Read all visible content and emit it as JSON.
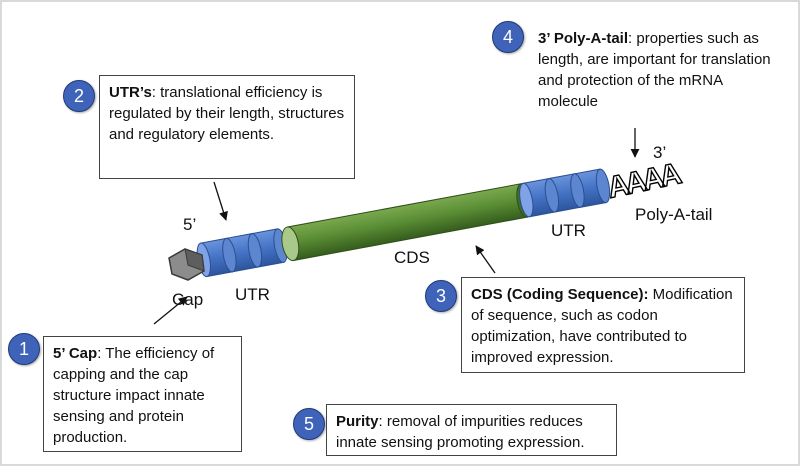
{
  "callouts": [
    {
      "number": "1",
      "title": "5’ Cap",
      "text": ": The efficiency of capping and the cap structure impact innate sensing and protein production."
    },
    {
      "number": "2",
      "title": "UTR’s",
      "text": ": translational efficiency is regulated by their length, structures and regulatory elements."
    },
    {
      "number": "3",
      "title": "CDS (Coding Sequence):",
      "text": " Modification of sequence, such as codon optimization, have contributed to improved expression."
    },
    {
      "number": "4",
      "title": "3’ Poly-A-tail",
      "text": ": properties such as length, are important for translation and protection of the mRNA molecule"
    },
    {
      "number": "5",
      "title": "Purity",
      "text": ": removal of impurities reduces innate sensing promoting expression."
    }
  ],
  "labels": {
    "five_prime": "5’",
    "three_prime": "3’",
    "cap": "Cap",
    "utr_left": "UTR",
    "utr_right": "UTR",
    "cds": "CDS",
    "polya": "Poly-A-tail",
    "polya_letters": "AAAA"
  },
  "colors": {
    "badge": "#3e63b8",
    "utr_blue": "#4472c4",
    "cds_green": "#538135",
    "cap_gray": "#7f7f7f"
  }
}
